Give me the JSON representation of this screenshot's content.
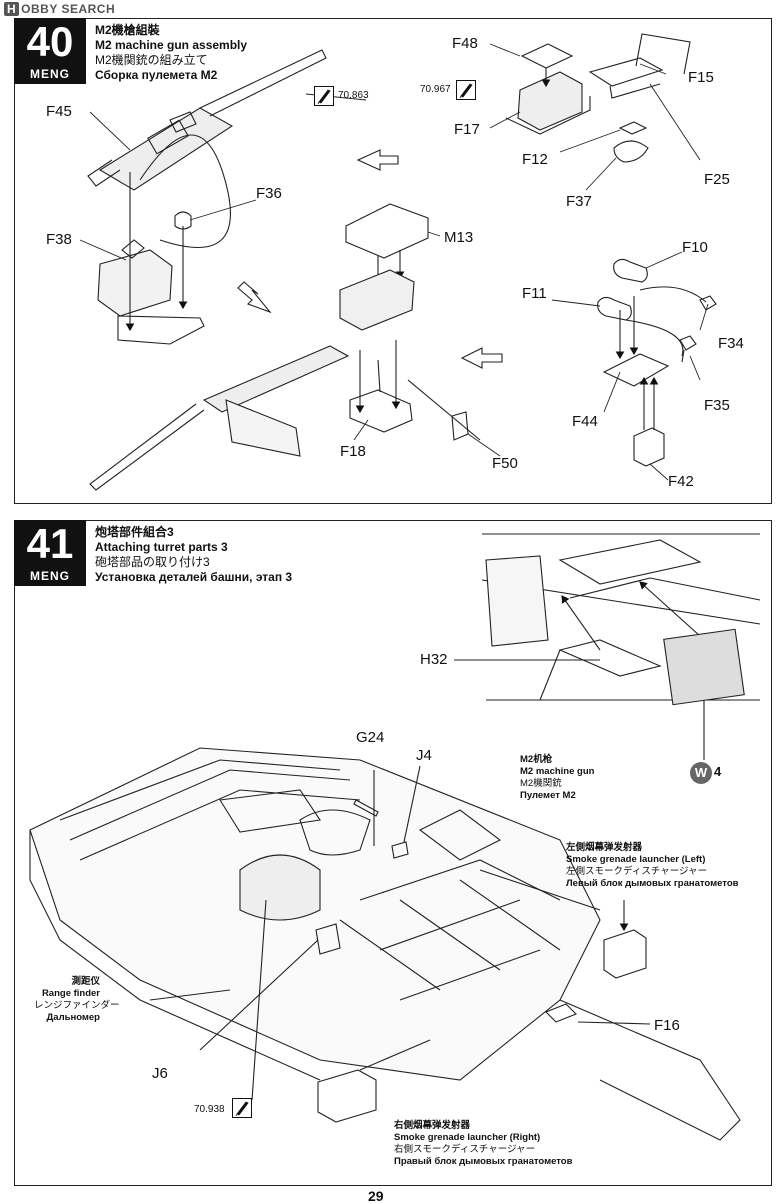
{
  "watermark": {
    "icon": "H",
    "text": "OBBY SEARCH"
  },
  "step40": {
    "number": "40",
    "brand": "MENG",
    "title_cn": "M2機槍組裝",
    "title_en": "M2 machine gun assembly",
    "title_jp": "M2機関銃の組み立て",
    "title_ru": "Сборка пулемета M2",
    "paint_codes": [
      "70.863",
      "70.967"
    ],
    "parts": [
      "F48",
      "F15",
      "F17",
      "F12",
      "F25",
      "F37",
      "F45",
      "F36",
      "F38",
      "M13",
      "F10",
      "F11",
      "F34",
      "F35",
      "F44",
      "F18",
      "F50",
      "F42"
    ]
  },
  "step41": {
    "number": "41",
    "brand": "MENG",
    "title_cn": "炮塔部件組合3",
    "title_en": "Attaching turret parts 3",
    "title_jp": "砲塔部品の取り付け3",
    "title_ru": "Установка деталей башни, этап 3",
    "paint_code": "70.938",
    "etch_badge": {
      "letter": "W",
      "number": "4"
    },
    "parts": [
      "H32",
      "G24",
      "J4",
      "F16",
      "J6"
    ],
    "annotations": {
      "m2": {
        "cn": "M2机枪",
        "en": "M2 machine gun",
        "jp": "M2機関銃",
        "ru": "Пулемет M2"
      },
      "smoke_left": {
        "cn": "左側烟幕弹发射器",
        "en": "Smoke grenade launcher (Left)",
        "jp": "左側スモークディスチャージャー",
        "ru": "Левый блок дымовых гранатометов"
      },
      "range_finder": {
        "cn": "測距仪",
        "en": "Range finder",
        "jp": "レンジファインダー",
        "ru": "Дальномер"
      },
      "smoke_right": {
        "cn": "右側烟幕弹发射器",
        "en": "Smoke grenade launcher (Right)",
        "jp": "右側スモークディスチャージャー",
        "ru": "Правый блок дымовых гранатометов"
      }
    }
  },
  "page_number": "29"
}
